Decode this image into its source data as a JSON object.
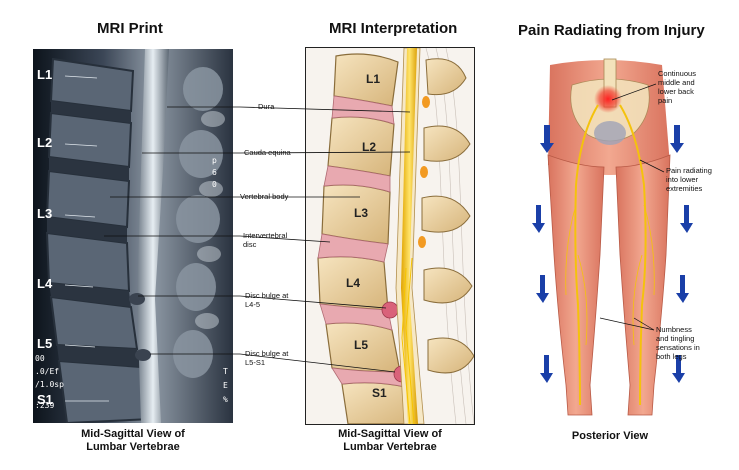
{
  "titles": {
    "mri_print": "MRI Print",
    "mri_interpretation": "MRI Interpretation",
    "pain": "Pain Radiating from Injury"
  },
  "captions": {
    "mri_line1": "Mid-Sagittal View of",
    "mri_line2": "Lumbar Vertebrae",
    "interp_line1": "Mid-Sagittal View of",
    "interp_line2": "Lumbar Vertebrae",
    "posterior": "Posterior View"
  },
  "mri_vertebrae": [
    "L1",
    "L2",
    "L3",
    "L4",
    "L5",
    "S1"
  ],
  "mri_side_chars": [
    "p",
    "6",
    "0",
    "T",
    "E",
    "%"
  ],
  "mri_overlay_lines": [
    "00",
    ".0/Ef",
    "/1.0sp",
    ":239"
  ],
  "illus_vertebrae": [
    "L1",
    "L2",
    "L3",
    "L4",
    "L5",
    "S1"
  ],
  "annotations": {
    "dura": "Dura",
    "cauda": "Cauda equina",
    "body": "Vertebral body",
    "disc_l1": "Intervertebral",
    "disc_l2": "disc",
    "bulge45_l1": "Disc bulge at",
    "bulge45_l2": "L4-5",
    "bulge51_l1": "Disc bulge at",
    "bulge51_l2": "L5-S1"
  },
  "pain_labels": {
    "back_l1": "Continuous",
    "back_l2": "middle and",
    "back_l3": "lower back",
    "back_l4": "pain",
    "legs_l1": "Pain radiating",
    "legs_l2": "into lower",
    "legs_l3": "extremities",
    "numb_l1": "Numbness",
    "numb_l2": "and tingling",
    "numb_l3": "sensations in",
    "numb_l4": "both legs"
  },
  "colors": {
    "mri_bg": "#1b2430",
    "bone": "#f0d9a8",
    "disc": "#e8a9b0",
    "nerve": "#f2c21a",
    "skin": "#e9967f",
    "arrow": "#1a3fa8",
    "pain": "#e0101a"
  }
}
